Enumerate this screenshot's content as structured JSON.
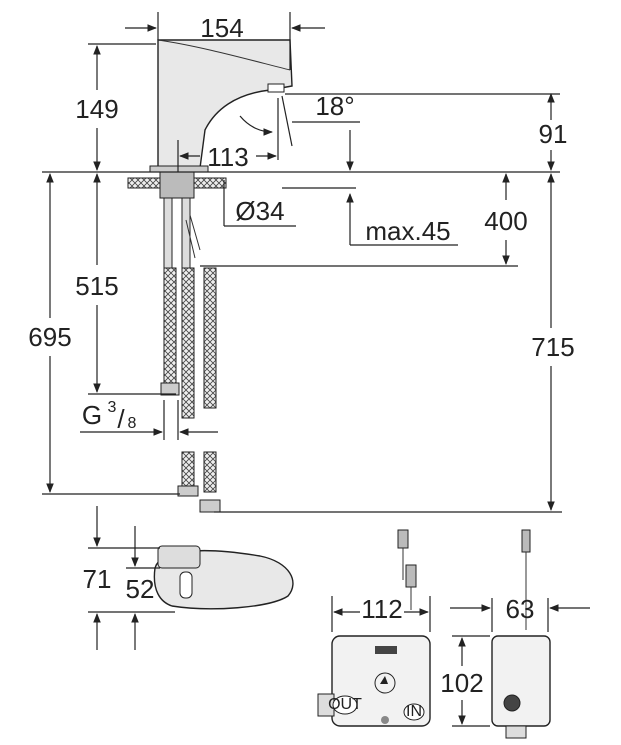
{
  "dimensions": {
    "width_top": "154",
    "spout_height": "149",
    "spout_angle": "18°",
    "spout_clearance": "91",
    "spout_reach": "113",
    "hole_diameter": "Ø34",
    "max_thickness": "max.45",
    "depth_400": "400",
    "hose_515": "515",
    "total_695": "695",
    "total_715": "715",
    "thread_prefix": "G",
    "thread_num": "3",
    "thread_den": "8",
    "side_71": "71",
    "side_52": "52",
    "box_width": "112",
    "box_depth": "63",
    "box_height": "102"
  },
  "labels": {
    "out": "OUT",
    "in": "IN"
  }
}
